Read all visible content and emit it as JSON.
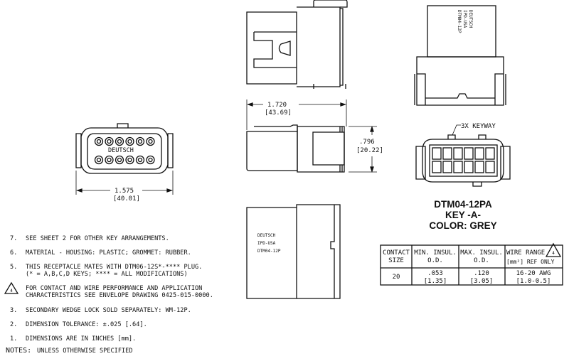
{
  "part": {
    "number": "DTM04-12PA",
    "key": "KEY -A-",
    "color": "COLOR: GREY"
  },
  "dimensions": {
    "length_in": "1.720",
    "length_mm": "[43.69]",
    "height_in": ".796",
    "height_mm": "[20.22]",
    "width_in": "1.575",
    "width_mm": "[40.01]"
  },
  "labels": {
    "keyway": "3X KEYWAY",
    "front_face_brand": "DEUTSCH",
    "side_label": [
      "DEUTSCH",
      "IPD-USA",
      "DTM04-12P"
    ],
    "top_label": [
      "DEUTSCH",
      "IPD-USA",
      "DTM04-12P"
    ]
  },
  "table": {
    "headers": [
      [
        "CONTACT",
        "SIZE"
      ],
      [
        "MIN. INSUL.",
        "O.D."
      ],
      [
        "MAX. INSUL.",
        "O.D."
      ],
      [
        "WIRE RANGE",
        "[mm²] REF ONLY"
      ]
    ],
    "header_flag": "4",
    "rows": [
      [
        [
          "20"
        ],
        [
          ".053",
          "[1.35]"
        ],
        [
          ".120",
          "[3.05]"
        ],
        [
          "16-20 AWG",
          "[1.0-0.5]"
        ]
      ]
    ]
  },
  "notes": {
    "heading": "NOTES:",
    "heading_suffix": "UNLESS OTHERWISE SPECIFIED",
    "items": [
      {
        "num": "7.",
        "lines": [
          "SEE SHEET 2 FOR OTHER KEY ARRANGEMENTS."
        ]
      },
      {
        "num": "6.",
        "lines": [
          "MATERIAL - HOUSING: PLASTIC; GROMMET: RUBBER."
        ]
      },
      {
        "num": "5.",
        "lines": [
          "THIS RECEPTACLE MATES WITH DTM06-12S*-**** PLUG.",
          "(* = A,B,C,D KEYS; **** = ALL MODIFICATIONS)"
        ]
      },
      {
        "num": "4",
        "flag": true,
        "lines": [
          "FOR CONTACT AND WIRE PERFORMANCE AND APPLICATION",
          "CHARACTERISTICS SEE ENVELOPE DRAWING 0425-015-0000."
        ]
      },
      {
        "num": "3.",
        "lines": [
          "SECONDARY WEDGE LOCK SOLD SEPARATELY: WM-12P."
        ]
      },
      {
        "num": "2.",
        "lines": [
          "DIMENSION TOLERANCE: ±.025 [.64]."
        ]
      },
      {
        "num": "1.",
        "lines": [
          "DIMENSIONS ARE IN INCHES [mm]."
        ]
      }
    ]
  }
}
